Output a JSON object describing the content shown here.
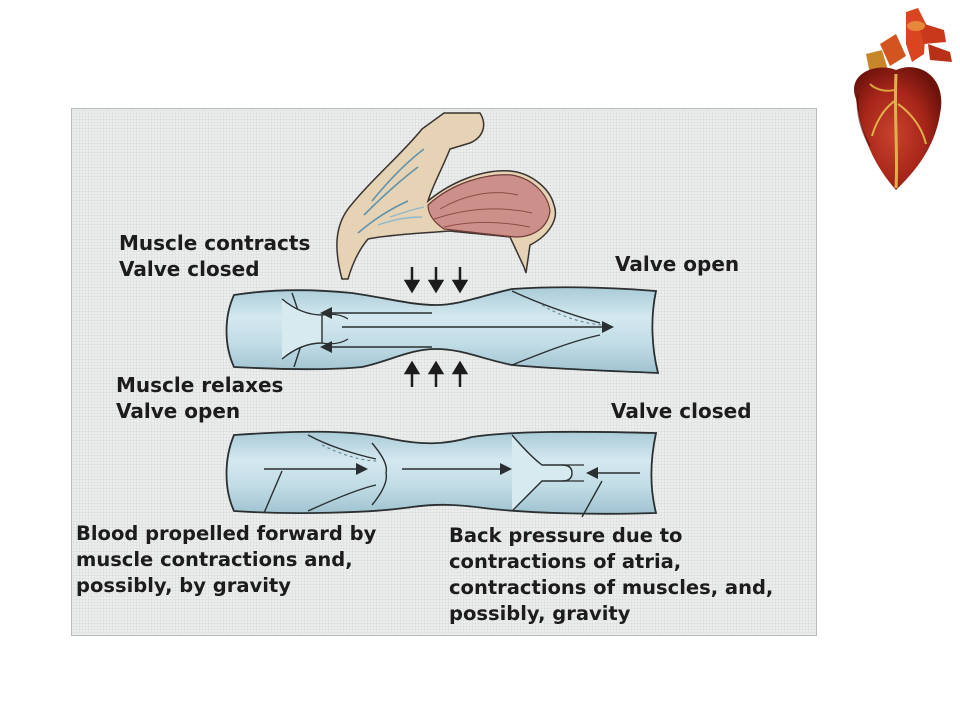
{
  "labels": {
    "top_left_line1": "Muscle contracts",
    "top_left_line2": "Valve closed",
    "top_right": "Valve open",
    "mid_left_line1": "Muscle relaxes",
    "mid_left_line2": "Valve open",
    "mid_right": "Valve closed"
  },
  "captions": {
    "left_line1": "Blood propelled forward by",
    "left_line2": "muscle contractions and,",
    "left_line3": "possibly, by gravity",
    "right_line1": "Back pressure due to",
    "right_line2": "contractions of atria,",
    "right_line3": "contractions of muscles, and,",
    "right_line4": "possibly, gravity"
  },
  "colors": {
    "vein_fill": "#b9d7e1",
    "vein_light": "#d9ecf2",
    "vein_outline": "#2a2f31",
    "arm_skin": "#e6d2b4",
    "muscle": "#c98a86",
    "heart": "#b0281e"
  },
  "icons": [
    "flexed-arm-illustration",
    "heart-illustration",
    "down-arrow",
    "up-arrow",
    "right-arrow",
    "left-arrow"
  ]
}
